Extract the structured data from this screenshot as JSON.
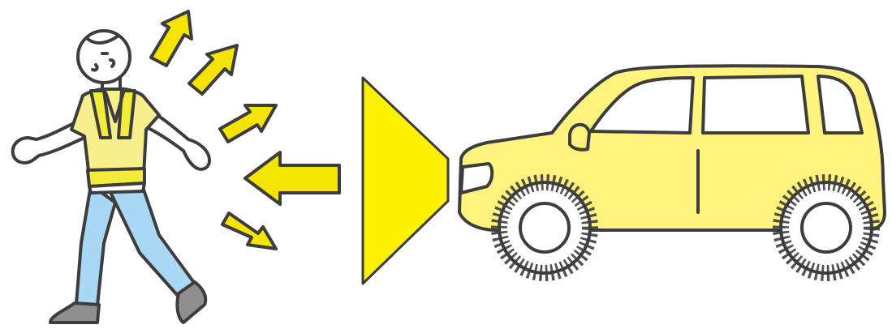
{
  "scene": {
    "kind": "illustration",
    "subjects": [
      "pedestrian-with-reflective-vest",
      "reflection-arrows",
      "headlight-beam",
      "car"
    ],
    "colors": {
      "outline": "#3d3d3d",
      "reflect_yellow": "#f5e400",
      "vest_yellow": "#f3ec3a",
      "shirt_yellow": "#f6ef8c",
      "car_body": "#fff37e",
      "pants_blue": "#a8d8f4",
      "shoe_gray": "#8f8f8f",
      "beam_yellow": "#fff200"
    },
    "icons": [
      "reflective-vest-icon",
      "arrow-icon",
      "headlight-beam-icon",
      "car-icon"
    ]
  }
}
